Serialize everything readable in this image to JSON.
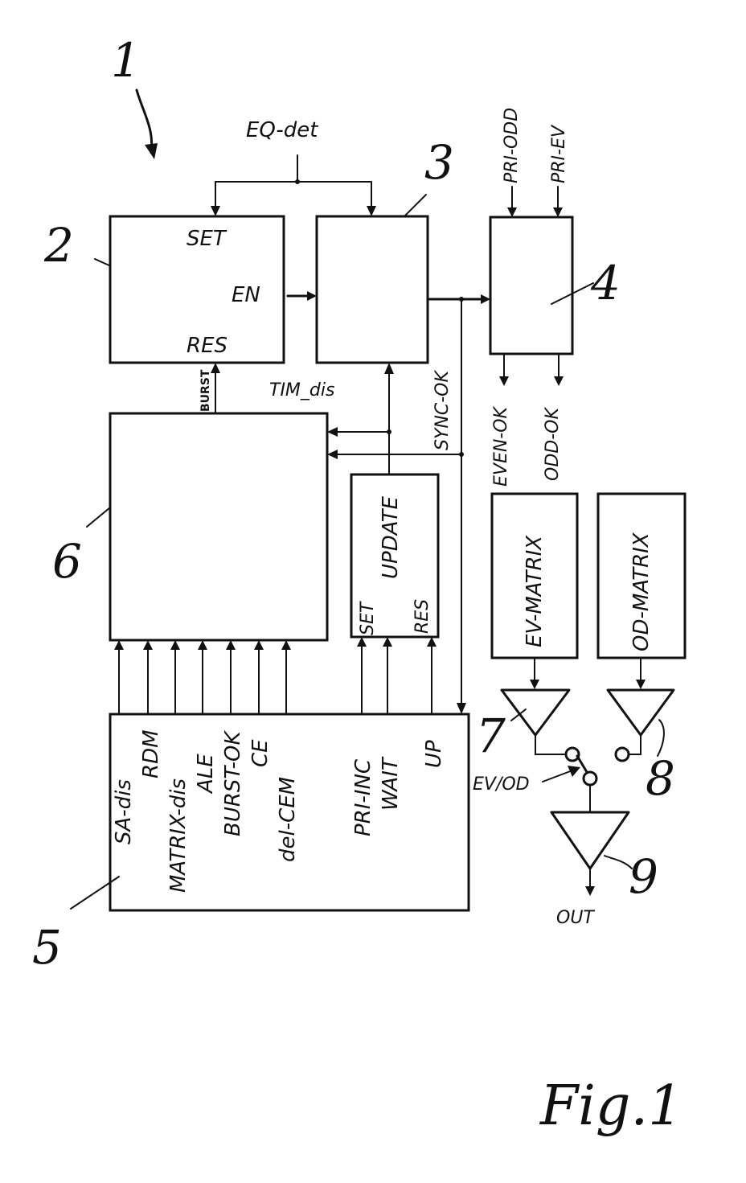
{
  "diagram": {
    "refs": {
      "r1": "1",
      "r2": "2",
      "r3": "3",
      "r4": "4",
      "r5": "5",
      "r6": "6",
      "r7": "7",
      "r8": "8",
      "r9": "9"
    },
    "signals": {
      "eq_det": "EQ-det",
      "pri_odd": "PRI-ODD",
      "pri_ev": "PRI-EV",
      "tim_dis": "TIM_dis",
      "sync_ok": "SYNC-OK",
      "burst": "BURST",
      "even_ok": "EVEN-OK",
      "odd_ok": "ODD-OK",
      "ev_od": "EV/OD",
      "out": "OUT"
    },
    "block2": {
      "set": "SET",
      "en": "EN",
      "res": "RES"
    },
    "block_update": {
      "set": "SET",
      "update": "UPDATE",
      "res": "RES"
    },
    "ev_matrix": "EV-MATRIX",
    "od_matrix": "OD-MATRIX",
    "block5_labels": [
      "SA-dis",
      "RDM",
      "MATRIX-dis",
      "ALE",
      "BURST-OK",
      "CE",
      "del-CEM",
      "PRI-INC",
      "WAIT",
      "UP"
    ],
    "caption": "Fig.1"
  }
}
